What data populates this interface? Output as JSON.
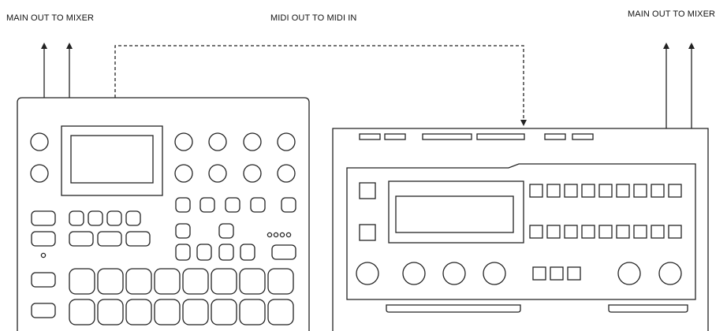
{
  "labels": {
    "left_output": "MAIN OUT TO MIXER",
    "midi_link": "MIDI OUT TO MIDI IN",
    "right_output": "MAIN OUT TO MIXER"
  },
  "colors": {
    "stroke": "#222222",
    "background": "#ffffff"
  },
  "devices": [
    {
      "role": "controller",
      "description_icon": "sequencer-device-icon"
    },
    {
      "role": "sound-module",
      "description_icon": "rack-synth-device-icon"
    }
  ]
}
